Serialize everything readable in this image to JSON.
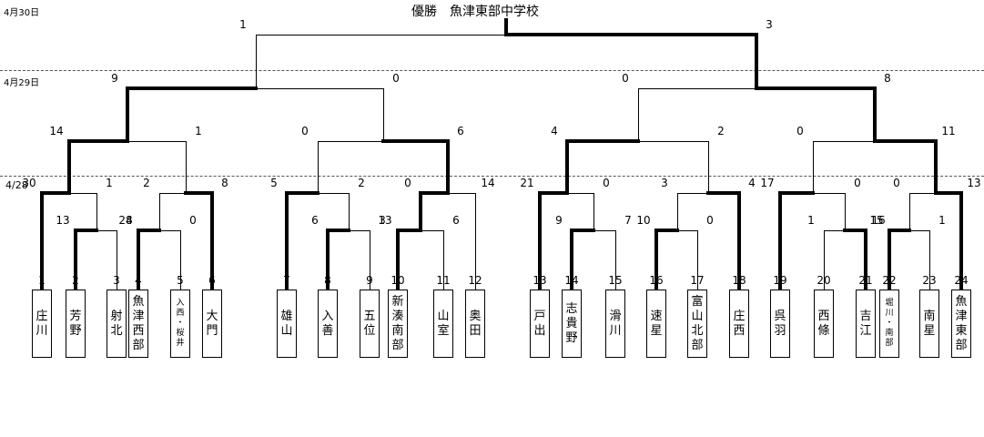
{
  "title": "優勝　魚津東部中学校",
  "dates": [
    "4月30日",
    "4月29日",
    "4/28"
  ],
  "teams": [
    {
      "no": "1",
      "name": "庄川"
    },
    {
      "no": "2",
      "name": "芳野"
    },
    {
      "no": "3",
      "name": "射北"
    },
    {
      "no": "4",
      "name": "魚津西部"
    },
    {
      "no": "5",
      "name": "入西・桜井"
    },
    {
      "no": "6",
      "name": "大門"
    },
    {
      "no": "7",
      "name": "雄山"
    },
    {
      "no": "8",
      "name": "入善"
    },
    {
      "no": "9",
      "name": "五位"
    },
    {
      "no": "10",
      "name": "新湊南部"
    },
    {
      "no": "11",
      "name": "山室"
    },
    {
      "no": "12",
      "name": "奥田"
    },
    {
      "no": "13",
      "name": "戸出"
    },
    {
      "no": "14",
      "name": "志貴野"
    },
    {
      "no": "15",
      "name": "滑川"
    },
    {
      "no": "16",
      "name": "速星"
    },
    {
      "no": "17",
      "name": "富山北部"
    },
    {
      "no": "18",
      "name": "庄西"
    },
    {
      "no": "19",
      "name": "呉羽"
    },
    {
      "no": "20",
      "name": "西條"
    },
    {
      "no": "21",
      "name": "吉江"
    },
    {
      "no": "22",
      "name": "堀川・南部"
    },
    {
      "no": "23",
      "name": "南星"
    },
    {
      "no": "24",
      "name": "魚津東部"
    }
  ],
  "matches": [
    {
      "id": "m1",
      "score_left": "13",
      "score_right": "4"
    },
    {
      "id": "m2",
      "score_left": "28",
      "score_right": "0"
    },
    {
      "id": "m3",
      "score_left": "6",
      "score_right": "3"
    },
    {
      "id": "m4",
      "score_left": "13",
      "score_right": "6"
    },
    {
      "id": "m5",
      "score_left": "9",
      "score_right": "7"
    },
    {
      "id": "m6",
      "score_left": "10",
      "score_right": "0"
    },
    {
      "id": "m7",
      "score_left": "1",
      "score_right": "16"
    },
    {
      "id": "m8",
      "score_left": "15",
      "score_right": "1"
    },
    {
      "id": "m9",
      "score_left": "30",
      "score_right": "1"
    },
    {
      "id": "m10",
      "score_left": "2",
      "score_right": "8"
    },
    {
      "id": "m11",
      "score_left": "5",
      "score_right": "2"
    },
    {
      "id": "m12",
      "score_left": "0",
      "score_right": "14"
    },
    {
      "id": "m13",
      "score_left": "21",
      "score_right": "0"
    },
    {
      "id": "m14",
      "score_left": "3",
      "score_right": "4"
    },
    {
      "id": "m15",
      "score_left": "17",
      "score_right": "0"
    },
    {
      "id": "m16",
      "score_left": "0",
      "score_right": "13"
    },
    {
      "id": "m17",
      "score_left": "14",
      "score_right": "1"
    },
    {
      "id": "m18",
      "score_left": "0",
      "score_right": "6"
    },
    {
      "id": "m19",
      "score_left": "4",
      "score_right": "2"
    },
    {
      "id": "m20",
      "score_left": "0",
      "score_right": "11"
    },
    {
      "id": "m21",
      "score_left": "9",
      "score_right": "0"
    },
    {
      "id": "m22",
      "score_left": "0",
      "score_right": "8"
    },
    {
      "id": "final",
      "score_left": "1",
      "score_right": "3"
    }
  ]
}
